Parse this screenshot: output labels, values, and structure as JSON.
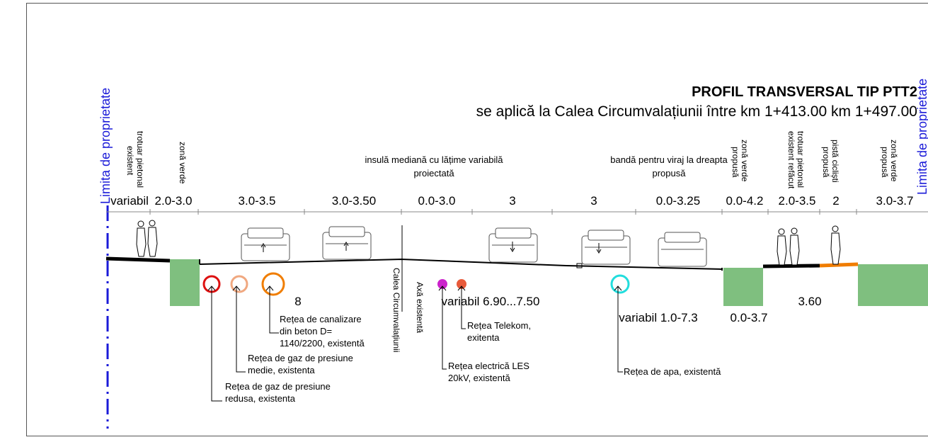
{
  "title": "PROFIL TRANSVERSAL TIP PTT2",
  "subtitle": "se aplică la Calea Circumvalațiunii între km 1+413.00 km 1+497.00",
  "property_limit_left": "Limita de proprietate",
  "property_limit_right": "Limita de proprietate",
  "zones": {
    "trotuar_existent_1": "trotuar pietonal",
    "trotuar_existent_2": "existent",
    "zona_verde": "zonă verde",
    "insula_1": "insulă mediană cu lățime variabilă",
    "insula_2": "proiectată",
    "banda_1": "bandă pentru viraj la dreapta",
    "banda_2": "propusă",
    "zona_verde_propusa_1": "zonă verde",
    "zona_verde_propusa_2": "propusă",
    "trotuar_refacut_1": "trotuar pietonal",
    "trotuar_refacut_2": "existent refăcut",
    "pista_1": "pistă cicliști",
    "pista_2": "propusă",
    "zona_verde_propusa2_1": "zonă verde",
    "zona_verde_propusa2_2": "propusă"
  },
  "widths": [
    "variabil",
    "2.0-3.0",
    "3.0-3.5",
    "3.0-3.50",
    "0.0-3.0",
    "3",
    "3",
    "0.0-3.25",
    "0.0-4.2",
    "2.0-3.5",
    "2",
    "3.0-3.7"
  ],
  "axis_labels": {
    "calea": "Calea Circumvalațiunii",
    "axa": "Axă existentă"
  },
  "depths": {
    "d1": "8",
    "d2": "variabil 6.90...7.50",
    "d3": "variabil 1.0-7.3",
    "d4": "0.0-3.7",
    "d5": "3.60"
  },
  "utilities": [
    {
      "l1": "Rețea de canalizare",
      "l2": "din beton D=",
      "l3": "1140/2200, existentă",
      "color": "#f07d00"
    },
    {
      "l1": "Rețea de gaz de presiune",
      "l2": "medie, existenta",
      "color": "#f0a880"
    },
    {
      "l1": "Rețea de gaz de presiune",
      "l2": "redusa, existenta",
      "color": "#dd1111"
    },
    {
      "l1": "Rețea Telekom,",
      "l2": "exitenta",
      "color": "#e85a3a"
    },
    {
      "l1": "Rețea electrică LES",
      "l2": "20kV, existentă",
      "color": "#cc22cc"
    },
    {
      "l1": "Rețea de apa, existentă",
      "color": "#22dddd"
    }
  ],
  "colors": {
    "property_line": "#1a1ad8",
    "green_zone": "#7fbf7f",
    "bike_lane": "#f07d00"
  }
}
